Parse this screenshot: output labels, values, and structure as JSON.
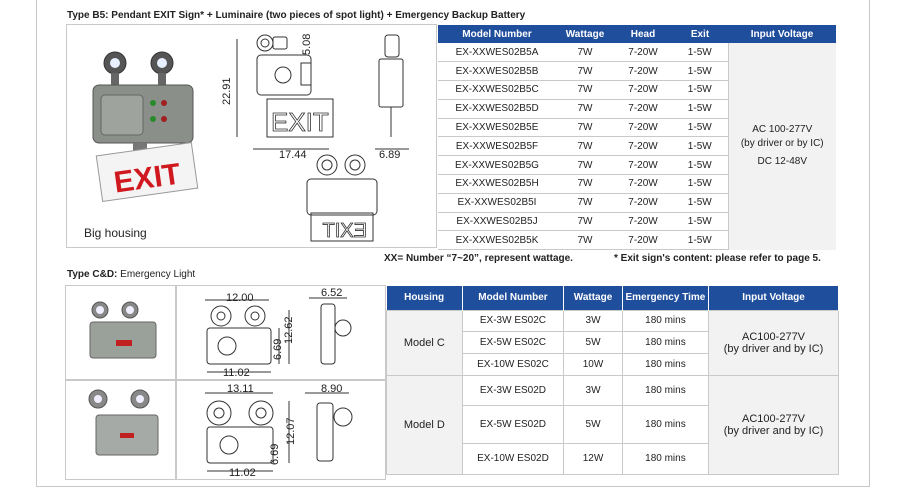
{
  "section_b5": {
    "title_bold": "Type B5: Pendant EXIT Sign* + Luminaire (two pieces of spot light) + Emergency Backup Battery",
    "image_caption": "Big housing",
    "exit_sign_text": "EXIT",
    "dims": {
      "width": "17.44",
      "height": "22.91",
      "depth": "6.89",
      "top": "5.08"
    },
    "table": {
      "headers": [
        "Model Number",
        "Wattage",
        "Head",
        "Exit",
        "Input Voltage"
      ],
      "rows": [
        [
          "EX-XXWES02B5A",
          "7W",
          "7-20W",
          "1-5W"
        ],
        [
          "EX-XXWES02B5B",
          "7W",
          "7-20W",
          "1-5W"
        ],
        [
          "EX-XXWES02B5C",
          "7W",
          "7-20W",
          "1-5W"
        ],
        [
          "EX-XXWES02B5D",
          "7W",
          "7-20W",
          "1-5W"
        ],
        [
          "EX-XXWES02B5E",
          "7W",
          "7-20W",
          "1-5W"
        ],
        [
          "EX-XXWES02B5F",
          "7W",
          "7-20W",
          "1-5W"
        ],
        [
          "EX-XXWES02B5G",
          "7W",
          "7-20W",
          "1-5W"
        ],
        [
          "EX-XXWES02B5H",
          "7W",
          "7-20W",
          "1-5W"
        ],
        [
          "EX-XXWES02B5I",
          "7W",
          "7-20W",
          "1-5W"
        ],
        [
          "EX-XXWES02B5J",
          "7W",
          "7-20W",
          "1-5W"
        ],
        [
          "EX-XXWES02B5K",
          "7W",
          "7-20W",
          "1-5W"
        ]
      ],
      "input_voltage_lines": [
        "AC 100-277V",
        "(by driver or by IC)",
        "DC 12-48V"
      ]
    },
    "note_left": "XX= Number “7~20”, represent wattage.",
    "note_right": "* Exit sign's content: please refer to page 5."
  },
  "section_cd": {
    "title_bold": "Type C&D:",
    "title_light": " Emergency Light",
    "dims_c": {
      "width": "12.00",
      "depth": "6.52",
      "height": "12.62",
      "inner": "6.69",
      "bottom": "11.02"
    },
    "dims_d": {
      "width": "13.11",
      "depth": "8.90",
      "height": "12.07",
      "inner": "6.69",
      "bottom": "11.02"
    },
    "table": {
      "headers": [
        "Housing",
        "Model Number",
        "Wattage",
        "Emergency Time",
        "Input Voltage"
      ],
      "groups": [
        {
          "housing": "Model C",
          "voltage": [
            "AC100-277V",
            "(by driver and by IC)"
          ],
          "rows": [
            [
              "EX-3W ES02C",
              "3W",
              "180 mins"
            ],
            [
              "EX-5W ES02C",
              "5W",
              "180 mins"
            ],
            [
              "EX-10W ES02C",
              "10W",
              "180 mins"
            ]
          ]
        },
        {
          "housing": "Model D",
          "voltage": [
            "AC100-277V",
            "(by driver and by IC)"
          ],
          "rows": [
            [
              "EX-3W ES02D",
              "3W",
              "180 mins"
            ],
            [
              "EX-5W ES02D",
              "5W",
              "180 mins"
            ],
            [
              "EX-10W ES02D",
              "12W",
              "180 mins"
            ]
          ]
        }
      ]
    }
  },
  "colors": {
    "header_blue": "#1f4e9c",
    "exit_red": "#d0181f",
    "housing_gray": "#8a8f8a"
  }
}
